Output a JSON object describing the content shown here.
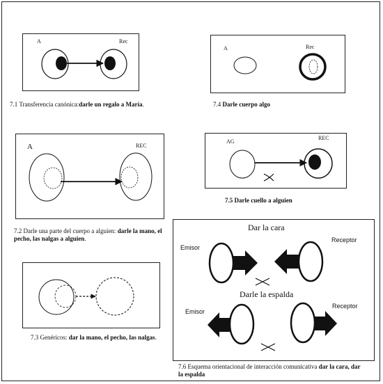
{
  "panels": {
    "p1": {
      "agent": "A",
      "recipient": "Rec"
    },
    "p2": {
      "agent": "A",
      "recipient": "REC"
    },
    "p3": {},
    "p4": {
      "agent": "A",
      "recipient": "Rec"
    },
    "p5": {
      "agent": "AG",
      "recipient": "REC"
    },
    "p6": {
      "title_face": "Dar la cara",
      "title_back": "Darle la espalda",
      "emitter": "Emisor",
      "receiver": "Receptor"
    }
  },
  "captions": {
    "c1_plain": "7.1 Transferencia canónica:",
    "c1_bold": "darle un regalo a María",
    "c1_end": ".",
    "c2_plain": "7.2 Darle una parte del cuerpo a alguien: ",
    "c2_bold": "darle la mano, el pecho, las nalgas a alguien",
    "c2_end": ".",
    "c3_plain": "7.3 Genéricos: ",
    "c3_bold": "dar la mano, el pecho, las nalgas",
    "c3_end": ".",
    "c4_plain": "7.4 ",
    "c4_bold": "Darle cuerpo  algo",
    "c5_bold": "7.5 Darle cuello a alguien",
    "c6_plain": "7.6 Esquema orientacional de interacción comunicativa ",
    "c6_bold": "dar la cara, dar la espalda"
  }
}
